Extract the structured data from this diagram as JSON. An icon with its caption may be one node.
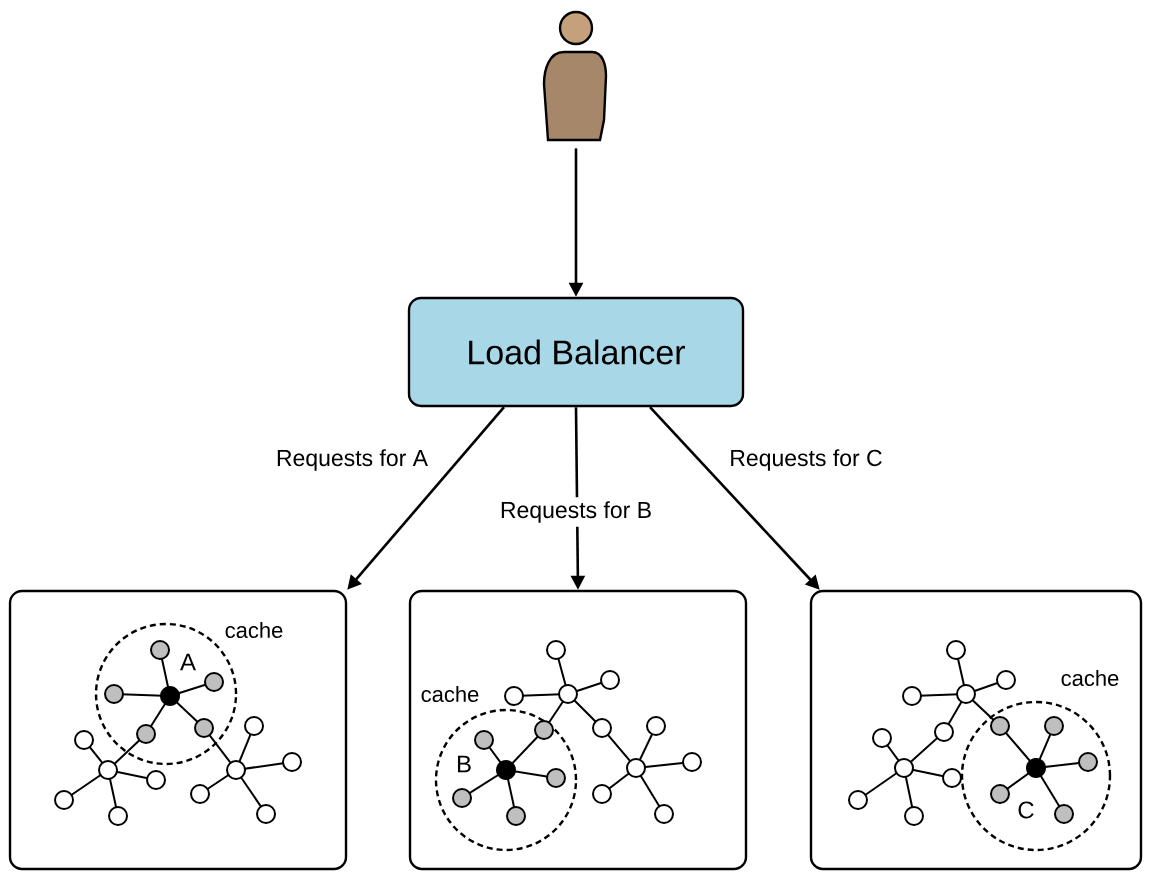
{
  "diagram": {
    "nodes": [
      {
        "text": [],
        "shape": "person"
      },
      {
        "text": [
          "Load Balancer"
        ]
      },
      {
        "text": [
          "cache",
          "A"
        ]
      },
      {
        "text": [
          "cache",
          "B"
        ]
      },
      {
        "text": [
          "cache",
          "C"
        ]
      }
    ],
    "edges": [
      {
        "from": 0,
        "to": 1,
        "arrow": "to"
      },
      {
        "from": 1,
        "to": 2,
        "arrow": "to",
        "label": "Requests for A"
      },
      {
        "from": 1,
        "to": 3,
        "arrow": "to",
        "label": "Requests for B"
      },
      {
        "from": 1,
        "to": 4,
        "arrow": "to",
        "label": "Requests for C"
      }
    ]
  }
}
